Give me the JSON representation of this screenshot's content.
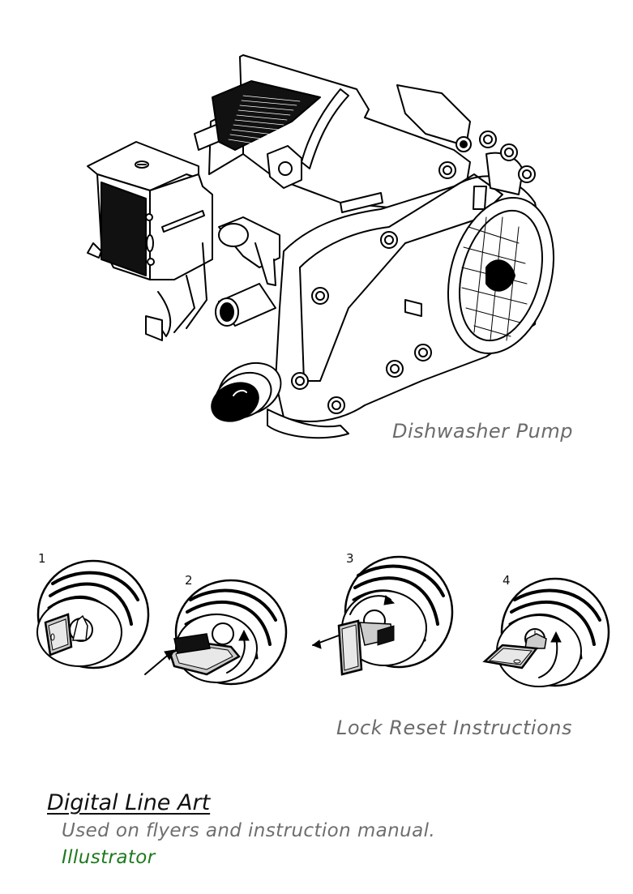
{
  "illustrations": {
    "pump": {
      "caption": "Dishwasher Pump",
      "icon": "dishwasher-pump-illustration"
    },
    "lock_reset": {
      "caption": "Lock Reset Instructions",
      "steps": [
        {
          "number": "1",
          "icon": "lock-key-inserted-illustration"
        },
        {
          "number": "2",
          "icon": "lock-key-push-turn-illustration"
        },
        {
          "number": "3",
          "icon": "lock-key-turn-remove-illustration"
        },
        {
          "number": "4",
          "icon": "lock-key-reinsert-illustration"
        }
      ]
    }
  },
  "footer": {
    "title": "Digital Line Art",
    "description": "Used on flyers and instruction manual.",
    "tool": "Illustrator",
    "tool_color": "#1e7a1e"
  }
}
